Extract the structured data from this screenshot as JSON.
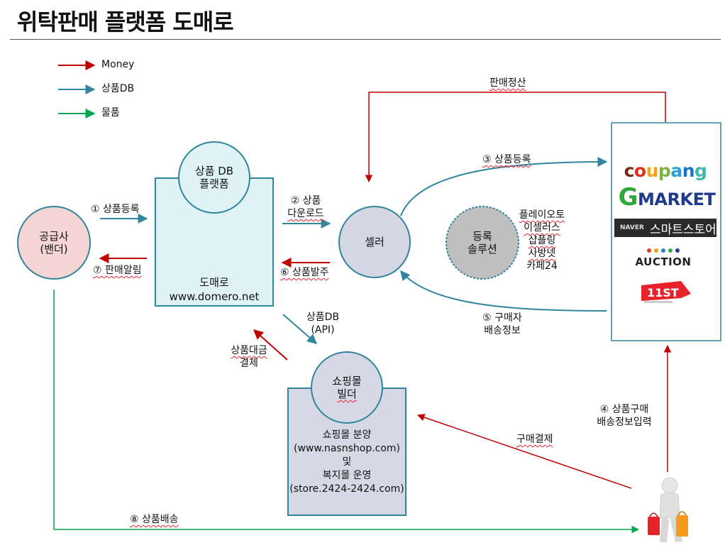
{
  "title": "위탁판매 플랫폼 도매로",
  "legend": {
    "money": "Money",
    "product_db": "상품DB",
    "goods": "물품"
  },
  "colors": {
    "money": "#c00000",
    "product_db": "#31859c",
    "goods": "#00a650",
    "supplier_fill": "#f6d5d5",
    "platform_fill": "#dff3f7",
    "circle_fill": "#d5d6e4",
    "builder_fill": "#d6d8e6",
    "solution_fill": "#bfbfbf",
    "node_stroke": "#31859c"
  },
  "nodes": {
    "supplier": [
      "공급사",
      "(밴더)"
    ],
    "platform_db": [
      "상품 DB",
      "플랫폼"
    ],
    "domero": [
      "도매로",
      "www.domero.net"
    ],
    "seller": "셀러",
    "solution": [
      "등록",
      "솔루션"
    ],
    "solution_list": [
      "플레이오토",
      "이셀러스",
      "샵플링",
      "사방넷",
      "카페24"
    ],
    "builder": [
      "쇼핑몰",
      "빌더"
    ],
    "builder_desc": [
      "쇼핑몰 분양",
      "(www.nasnshop.com)",
      "및",
      "복지몰 운영",
      "(store.2424-2424.com)"
    ]
  },
  "markets": {
    "coupang": "coupang",
    "gmarket_g": "G",
    "gmarket_rest": "MARKET",
    "naver_small": "NAVER",
    "naver_big": "스마트스토어",
    "auction": "AUCTION",
    "eleven": "11ST"
  },
  "flows": {
    "f1": "① 상품등록",
    "f7": "⑦ 판매알림",
    "f2": [
      "② 상품",
      "다운로드"
    ],
    "f6": "⑥ 상품발주",
    "f3": "③ 상품등록",
    "f5": [
      "⑤ 구매자",
      "배송정보"
    ],
    "settlement": "판매정산",
    "api": [
      "상품DB",
      "(API)"
    ],
    "payment": [
      "상품대금",
      "결제"
    ],
    "purchase_pay": "구매결제",
    "f4": [
      "④ 상품구매",
      "배송정보입력"
    ],
    "f8": "⑧ 상품배송"
  }
}
